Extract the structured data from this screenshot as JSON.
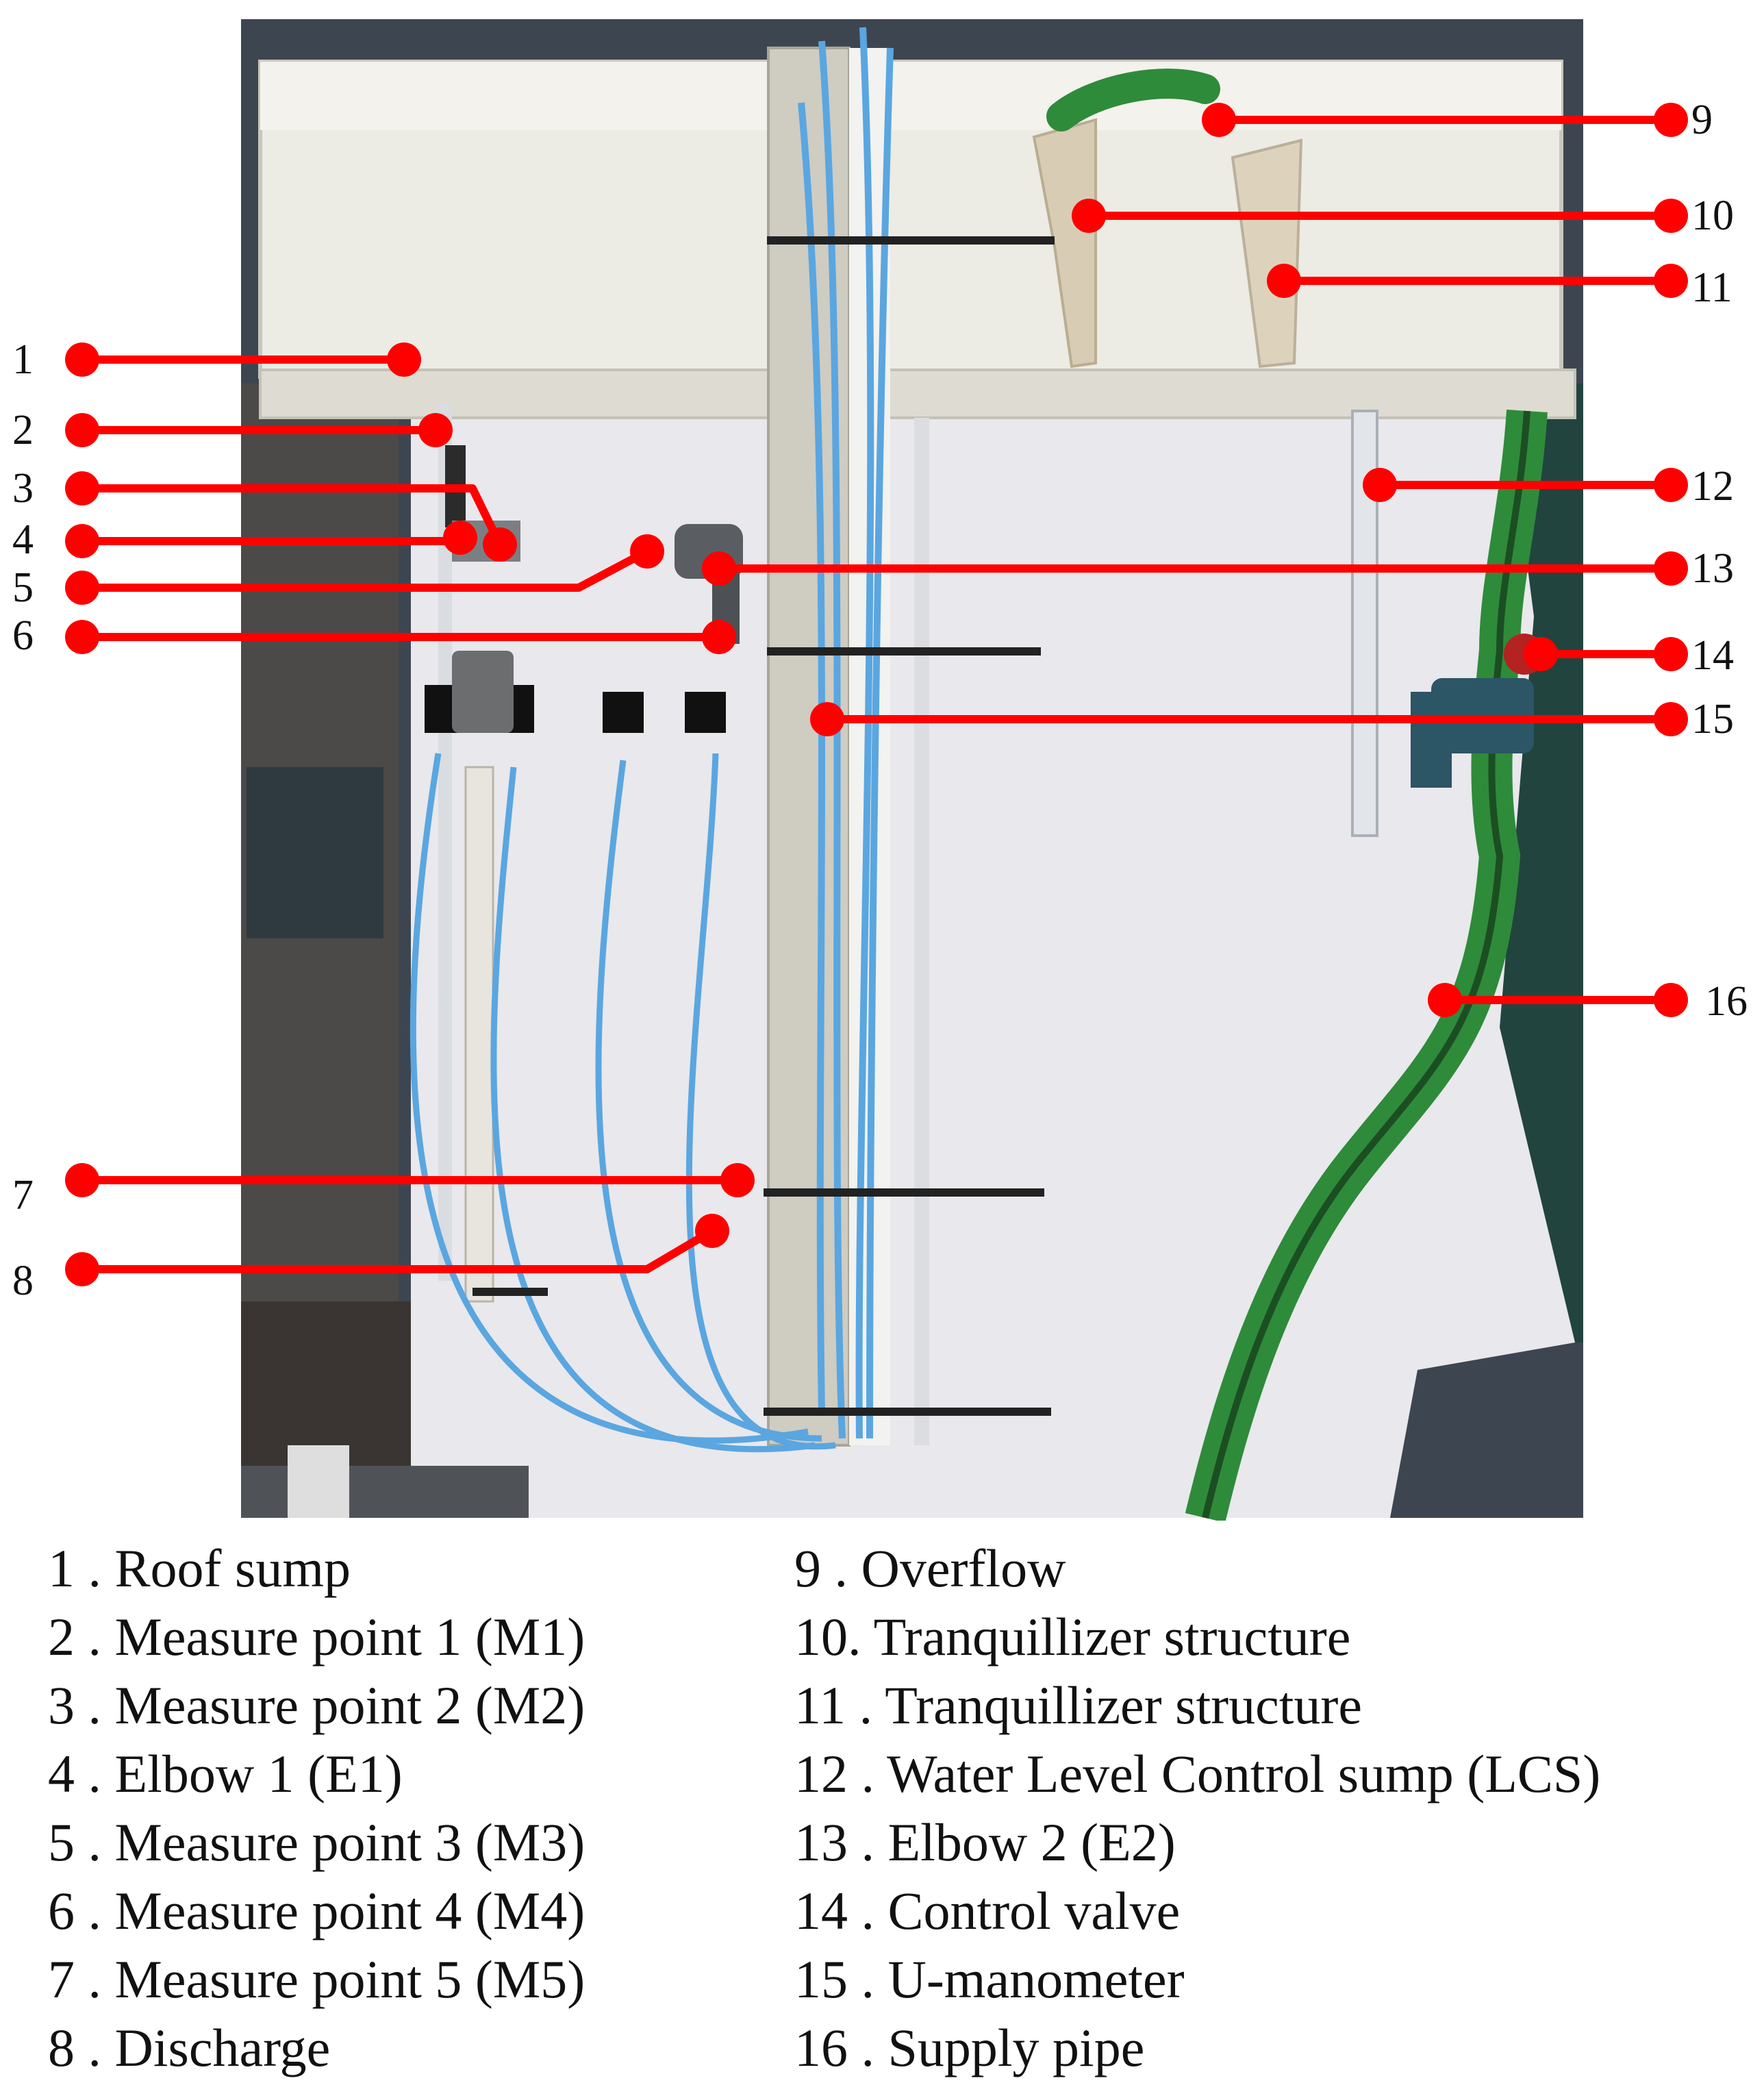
{
  "colors": {
    "marker": "#ff0000",
    "background_wall": "#e9e8ec",
    "tank": "#ecebe4",
    "tubing": "#5aa6e0",
    "supply_pipe": "#2e8b3a",
    "scale_ruler": "#cfccc2"
  },
  "callouts": [
    {
      "num": "1"
    },
    {
      "num": "2"
    },
    {
      "num": "3"
    },
    {
      "num": "4"
    },
    {
      "num": "5"
    },
    {
      "num": "6"
    },
    {
      "num": "7"
    },
    {
      "num": "8"
    },
    {
      "num": "9"
    },
    {
      "num": "10"
    },
    {
      "num": "11"
    },
    {
      "num": "12"
    },
    {
      "num": "13"
    },
    {
      "num": "14"
    },
    {
      "num": "15"
    },
    {
      "num": "16"
    }
  ],
  "legend": {
    "left": [
      "1 . Roof sump",
      "2 . Measure point 1 (M1)",
      "3 . Measure point 2 (M2)",
      "4 . Elbow 1 (E1)",
      "5 . Measure point 3 (M3)",
      "6 . Measure point 4 (M4)",
      "7 . Measure point 5 (M5)",
      "8 .  Discharge"
    ],
    "right": [
      "9 .  Overflow",
      "10. Tranquillizer structure",
      "11 . Tranquillizer structure",
      "12 . Water Level Control sump (LCS)",
      "13 . Elbow 2 (E2)",
      "14 . Control valve",
      "15 . U-manometer",
      "16 . Supply pipe"
    ]
  }
}
